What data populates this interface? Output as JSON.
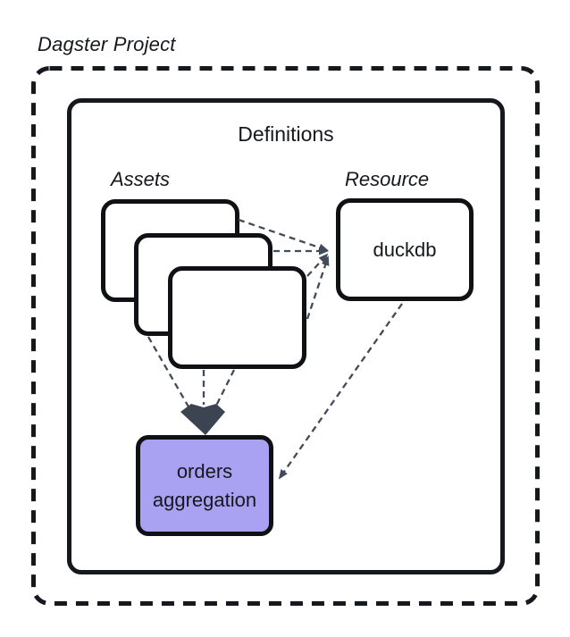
{
  "diagram": {
    "title": "Dagster Project",
    "definitions_label": "Definitions",
    "assets_label": "Assets",
    "resource_label": "Resource",
    "asset_card_count": 3,
    "duckdb_label": "duckdb",
    "orders_label": "orders aggregation",
    "edges": [
      {
        "from": "asset-card-1",
        "to": "duckdb",
        "style": "dashed-arrow"
      },
      {
        "from": "asset-card-2",
        "to": "duckdb",
        "style": "dashed-arrow"
      },
      {
        "from": "asset-card-3-upper",
        "to": "duckdb",
        "style": "dashed-arrow"
      },
      {
        "from": "asset-card-3-lower",
        "to": "duckdb",
        "style": "dashed-arrow"
      },
      {
        "from": "asset-cards",
        "to": "orders-aggregation",
        "style": "dashed-merged-arrowhead"
      },
      {
        "from": "duckdb",
        "to": "orders-aggregation",
        "style": "dashed-arrow"
      }
    ]
  },
  "colors": {
    "background": "#ffffff",
    "outline_black": "#15181d",
    "edge_stroke": "#414b59",
    "merge_arrowhead": "#3b4450",
    "orders_node_fill": "#a9a2f2",
    "text": "#15181d"
  }
}
